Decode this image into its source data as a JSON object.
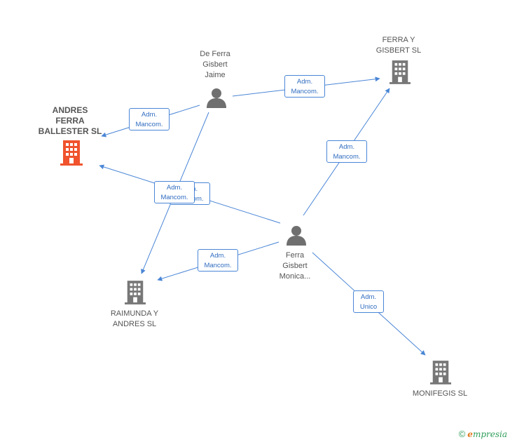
{
  "nodes": {
    "andres_ferra": {
      "label": [
        "ANDRES",
        "FERRA",
        "BALLESTER SL"
      ],
      "type": "company",
      "highlight": true
    },
    "ferra_gisbert_sl": {
      "label": [
        "FERRA Y",
        "GISBERT SL"
      ],
      "type": "company"
    },
    "raimunda": {
      "label": [
        "RAIMUNDA Y",
        "ANDRES SL"
      ],
      "type": "company"
    },
    "monifegis": {
      "label": [
        "MONIFEGIS SL"
      ],
      "type": "company"
    },
    "jaime": {
      "label": [
        "De Ferra",
        "Gisbert",
        "Jaime"
      ],
      "type": "person"
    },
    "monica": {
      "label": [
        "Ferra",
        "Gisbert",
        "Monica..."
      ],
      "type": "person"
    }
  },
  "edges": [
    {
      "label": [
        "Adm.",
        "Mancom."
      ]
    },
    {
      "label": [
        "Adm.",
        "Mancom."
      ]
    },
    {
      "label": [
        "Adm.",
        "Mancom."
      ]
    },
    {
      "label": [
        "Adm.",
        "Mancom."
      ]
    },
    {
      "label": [
        "Adm.",
        "Mancom."
      ]
    },
    {
      "label": [
        "Adm.",
        "Mancom."
      ]
    },
    {
      "label": [
        "Adm.",
        "Unico"
      ]
    }
  ],
  "colors": {
    "edge": "#4a86d6",
    "company": "#777777",
    "highlight": "#f0532d",
    "person": "#6f6f6f"
  },
  "footer": {
    "copyright": "©",
    "brand_first": "e",
    "brand_rest": "mpresia"
  }
}
